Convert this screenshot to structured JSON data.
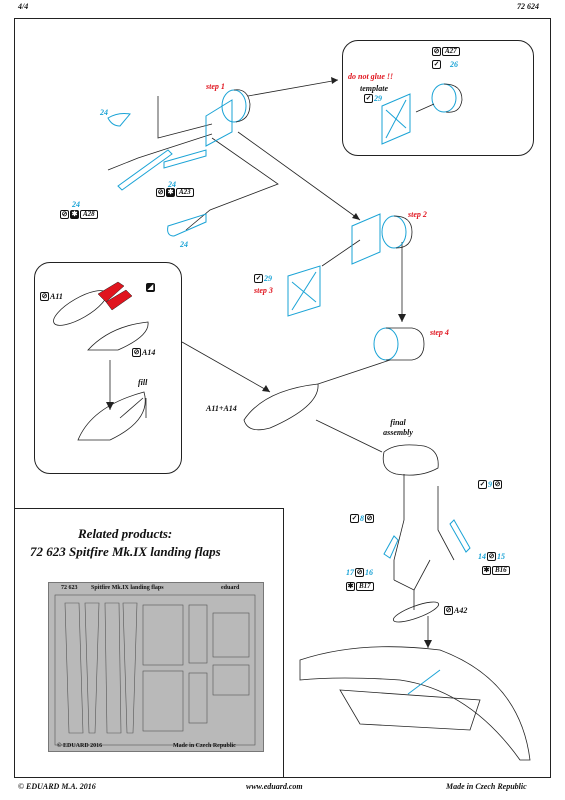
{
  "header": {
    "page": "4/4",
    "code": "72 624"
  },
  "footer": {
    "copyright": "© EDUARD M.A. 2016",
    "website": "www.eduard.com",
    "origin": "Made in Czech Republic"
  },
  "steps": {
    "step1": "step 1",
    "step2": "step 2",
    "step3": "step 3",
    "step4": "step 4",
    "final": "final assembly",
    "dont_glue": "do not glue !!",
    "template": "template"
  },
  "parts": {
    "p24a": "24",
    "p24b": "24",
    "p24c": "24",
    "p24d": "24",
    "p26": "26",
    "p29a": "29",
    "p29b": "29",
    "p8": "8",
    "p9": "9",
    "p14": "14",
    "p15": "15",
    "p16": "16",
    "p17": "17"
  },
  "kit_parts": {
    "a27": "A27",
    "a23": "A23",
    "a28": "A28",
    "a11": "A11",
    "a14": "A14",
    "a11_a14": "A11+A14",
    "fill": "fill",
    "b16": "B16",
    "b17": "B17",
    "a42": "A42"
  },
  "related": {
    "heading": "Related products:",
    "product": "72 623 Spitfire Mk.IX landing flaps"
  },
  "fret": {
    "code": "72 623",
    "name": "Spitfire Mk.IX landing flaps",
    "brand": "eduard",
    "copyright": "© EDUARD 2016",
    "origin": "Made in Czech Republic"
  },
  "colors": {
    "photo_etch": "#1aa3d6",
    "highlight": "#e0141e",
    "ink": "#111111",
    "fret": "#b9b9b9"
  }
}
